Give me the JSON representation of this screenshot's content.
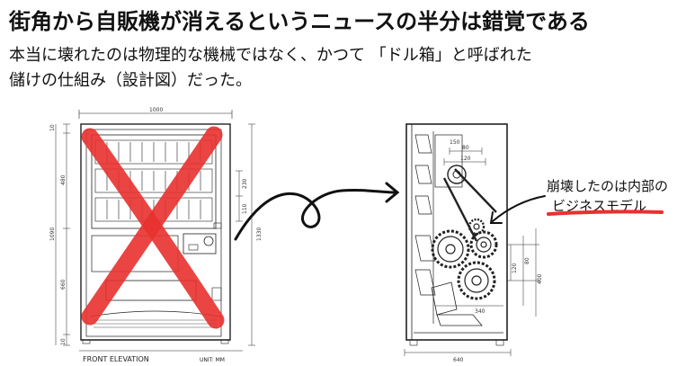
{
  "headline": "街角から自販機が消えるというニュースの半分は錯覚である",
  "subtitle": {
    "line1": "本当に壊れたのは物理的な機械ではなく、かつて 「ドル箱」と呼ばれた",
    "line2": "儲けの仕組み（設計図）だった。"
  },
  "front_view": {
    "caption": "FRONT ELEVATION",
    "unit": "UNIT: MM",
    "width_dim": "1000",
    "dims_left": [
      "10",
      "480",
      "1090",
      "660",
      "10"
    ],
    "dims_right": [
      "230",
      "110",
      "1330"
    ]
  },
  "side_view": {
    "width_dim": "640",
    "top_dims": [
      "80",
      "120",
      "150"
    ],
    "inner_dims": [
      "120",
      "80",
      "400"
    ],
    "bottom_dim": "340"
  },
  "annotation": {
    "line1": "崩壊したのは内部の",
    "line2": "ビジネスモデル"
  },
  "colors": {
    "cross": "#e8312f",
    "underline": "#e8312f"
  }
}
